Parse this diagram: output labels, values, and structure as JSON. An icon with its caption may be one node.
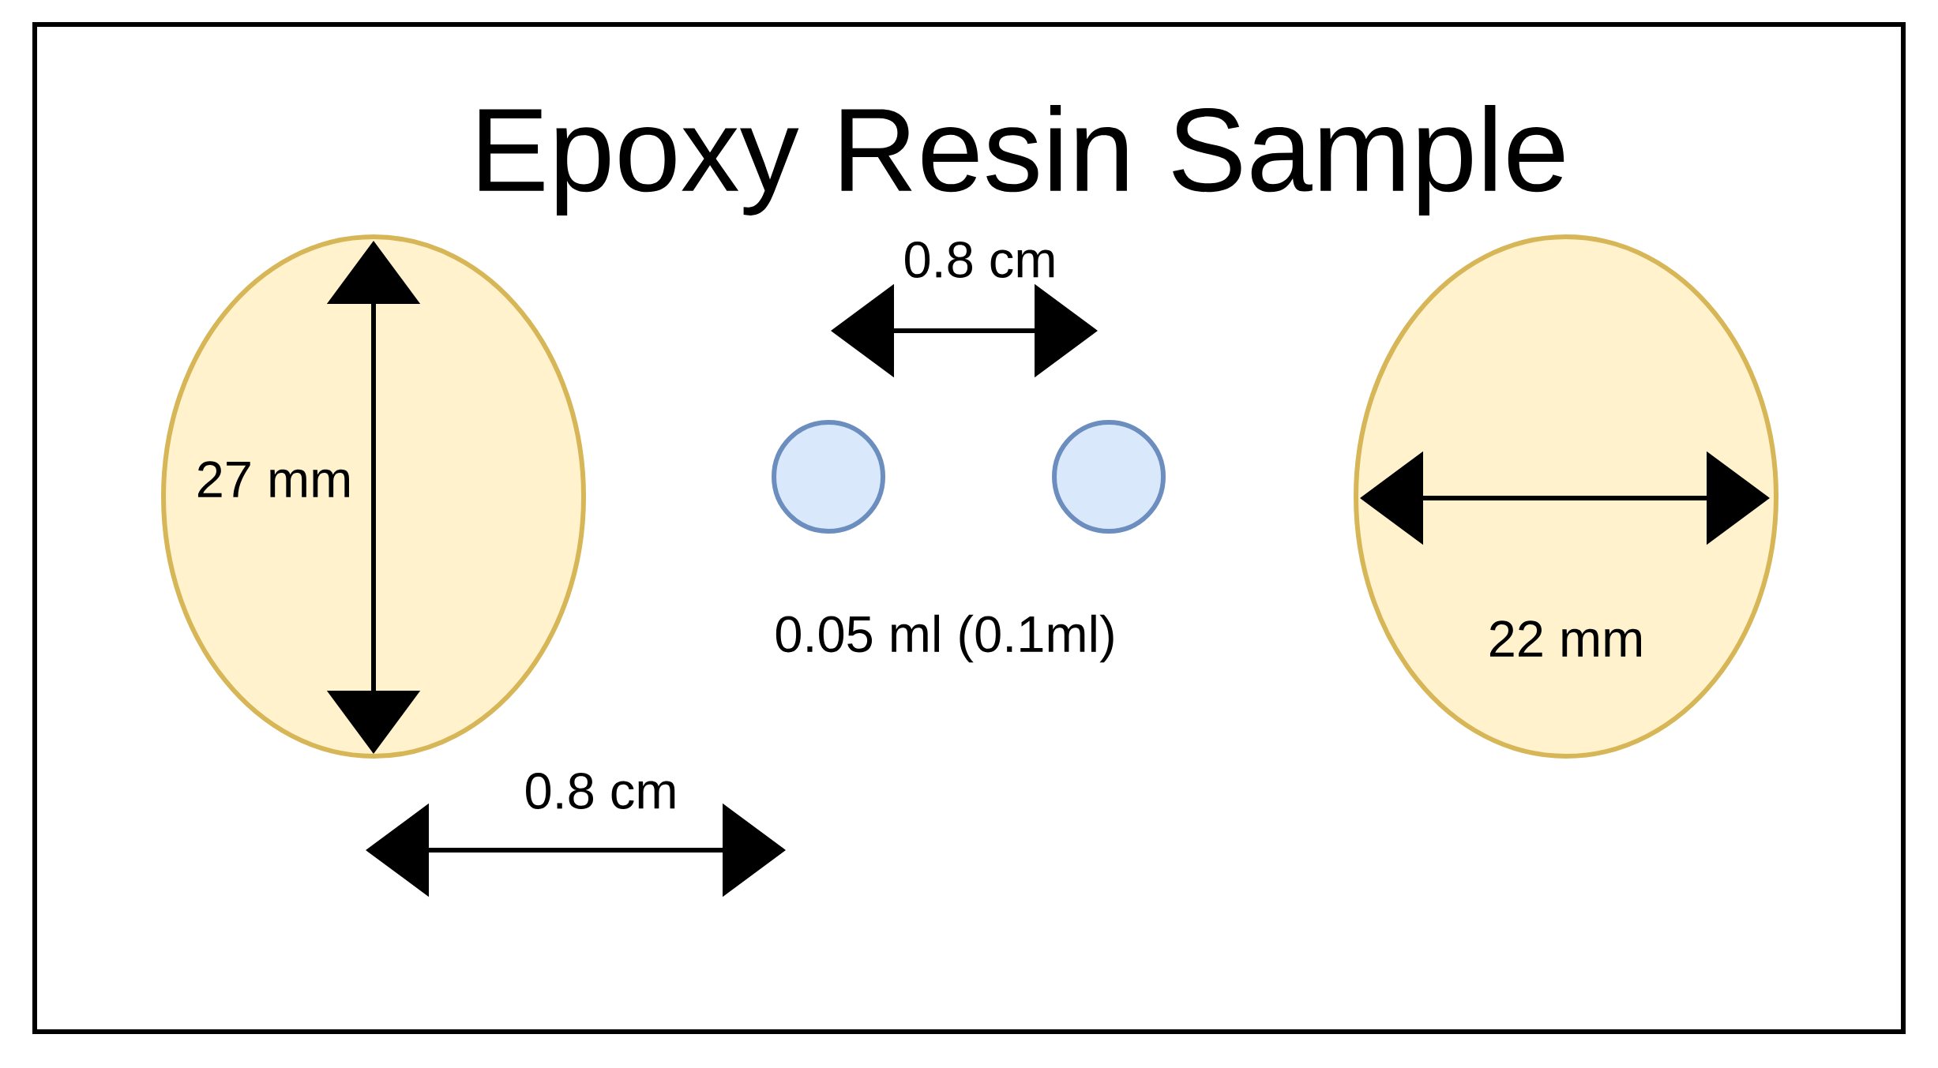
{
  "diagram": {
    "title": "Epoxy Resin Sample",
    "nodes": [
      {
        "text": [
          "27 mm"
        ]
      },
      {
        "text": [],
        "shape": "circle"
      },
      {
        "text": [],
        "shape": "circle"
      },
      {
        "text": [
          "22 mm"
        ]
      }
    ],
    "edges": [],
    "labels": [
      "0.8 cm",
      "0.05 ml (0.1ml)",
      "0.8 cm"
    ]
  }
}
